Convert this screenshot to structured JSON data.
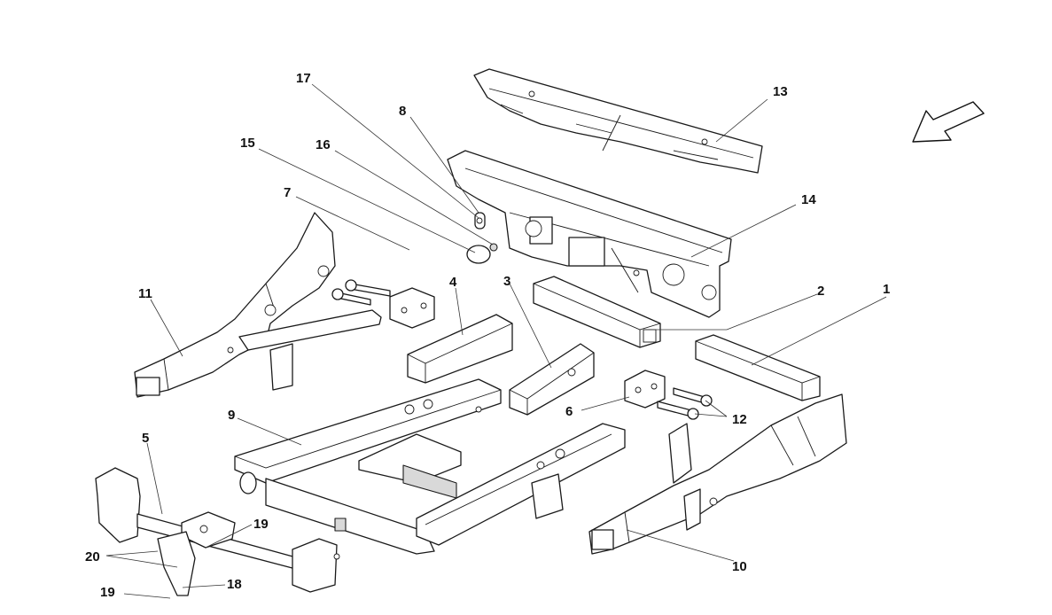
{
  "callouts": [
    {
      "id": "1",
      "text": "1"
    },
    {
      "id": "2",
      "text": "2"
    },
    {
      "id": "3",
      "text": "3"
    },
    {
      "id": "4",
      "text": "4"
    },
    {
      "id": "5",
      "text": "5"
    },
    {
      "id": "6",
      "text": "6"
    },
    {
      "id": "7",
      "text": "7"
    },
    {
      "id": "8",
      "text": "8"
    },
    {
      "id": "9",
      "text": "9"
    },
    {
      "id": "10",
      "text": "10"
    },
    {
      "id": "11",
      "text": "11"
    },
    {
      "id": "12",
      "text": "12"
    },
    {
      "id": "13",
      "text": "13"
    },
    {
      "id": "14",
      "text": "14"
    },
    {
      "id": "15",
      "text": "15"
    },
    {
      "id": "16",
      "text": "16"
    },
    {
      "id": "17",
      "text": "17"
    },
    {
      "id": "18",
      "text": "18"
    },
    {
      "id": "19a",
      "text": "19"
    },
    {
      "id": "19b",
      "text": "19"
    },
    {
      "id": "20",
      "text": "20"
    }
  ],
  "direction_arrow": "direction-arrow-icon"
}
